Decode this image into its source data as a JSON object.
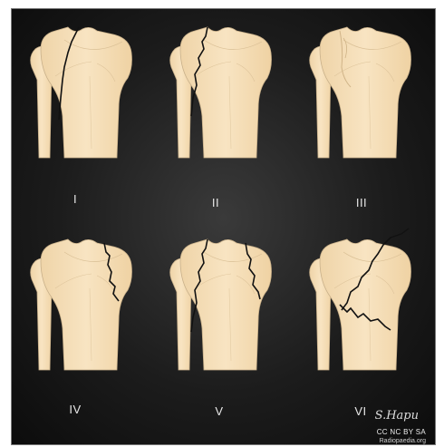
{
  "types": [
    {
      "label": "I"
    },
    {
      "label": "II"
    },
    {
      "label": "III"
    },
    {
      "label": "IV"
    },
    {
      "label": "V"
    },
    {
      "label": "VI"
    }
  ],
  "credit": {
    "author": "S.Hapu",
    "license": "CC NC BY SA",
    "site": "Radiopaedia.org"
  },
  "colors": {
    "bone": "#f6dfb9",
    "bone_shadow": "#e9c99b",
    "outline": "#c8b08a",
    "fracture": "#111111"
  }
}
